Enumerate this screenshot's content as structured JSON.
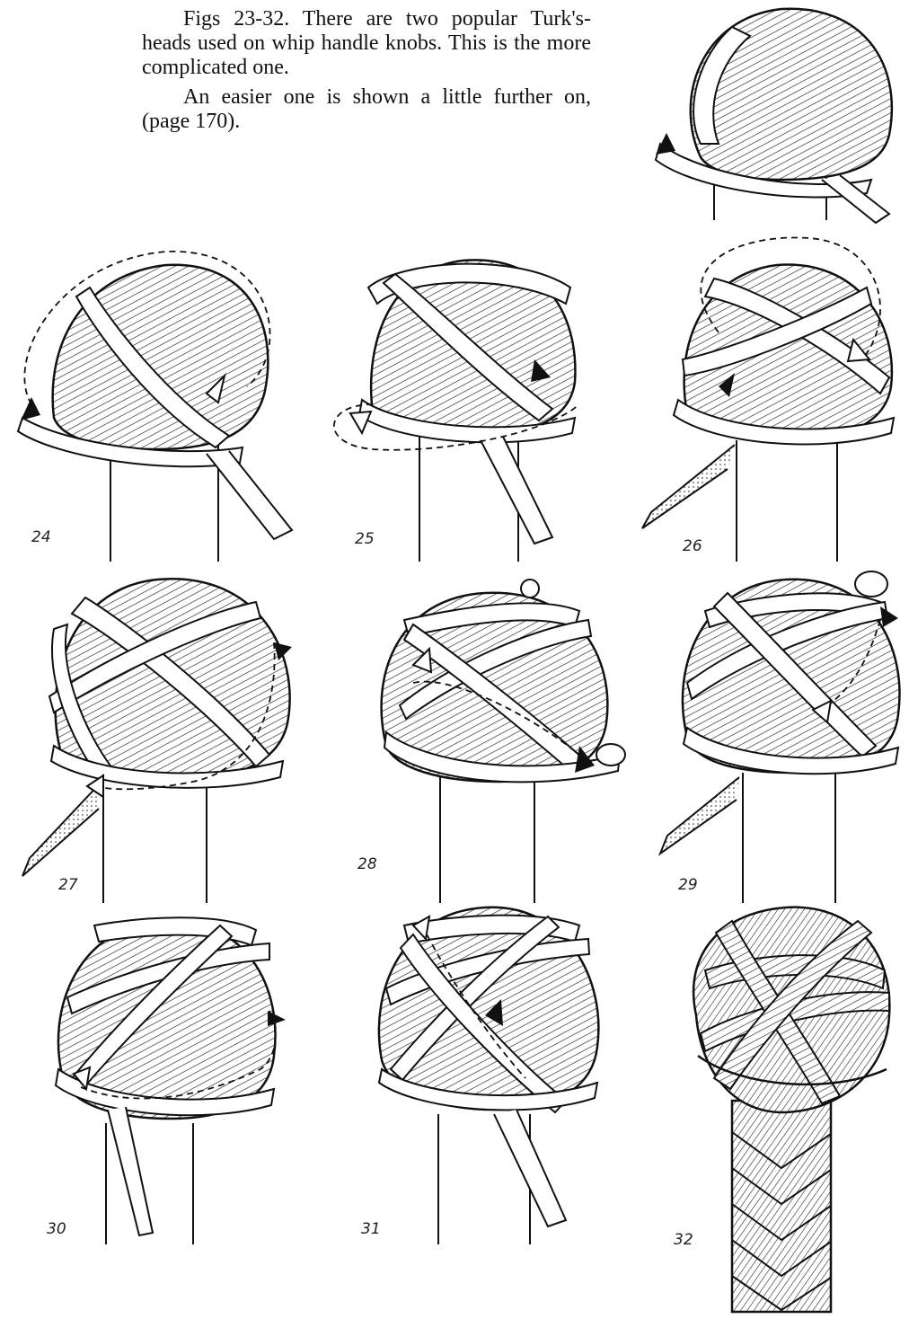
{
  "page": {
    "paragraphs": [
      "Figs 23-32. There are two popular Turk's-heads used on whip handle knobs. This is the more complicated one.",
      "An easier one is shown a little further on, (page 170)."
    ]
  },
  "figures": [
    {
      "id": "23",
      "label": "",
      "step": "first-pass"
    },
    {
      "id": "24",
      "label": "24",
      "step": "wrap"
    },
    {
      "id": "25",
      "label": "25",
      "step": "tuck"
    },
    {
      "id": "26",
      "label": "26",
      "step": "cross"
    },
    {
      "id": "27",
      "label": "27",
      "step": "weave"
    },
    {
      "id": "28",
      "label": "28",
      "step": "weave"
    },
    {
      "id": "29",
      "label": "29",
      "step": "weave"
    },
    {
      "id": "30",
      "label": "30",
      "step": "follow"
    },
    {
      "id": "31",
      "label": "31",
      "step": "follow"
    },
    {
      "id": "32",
      "label": "32",
      "step": "finished"
    }
  ],
  "style": {
    "ink": "#111111",
    "hatch": "#333333",
    "paper": "#ffffff"
  }
}
